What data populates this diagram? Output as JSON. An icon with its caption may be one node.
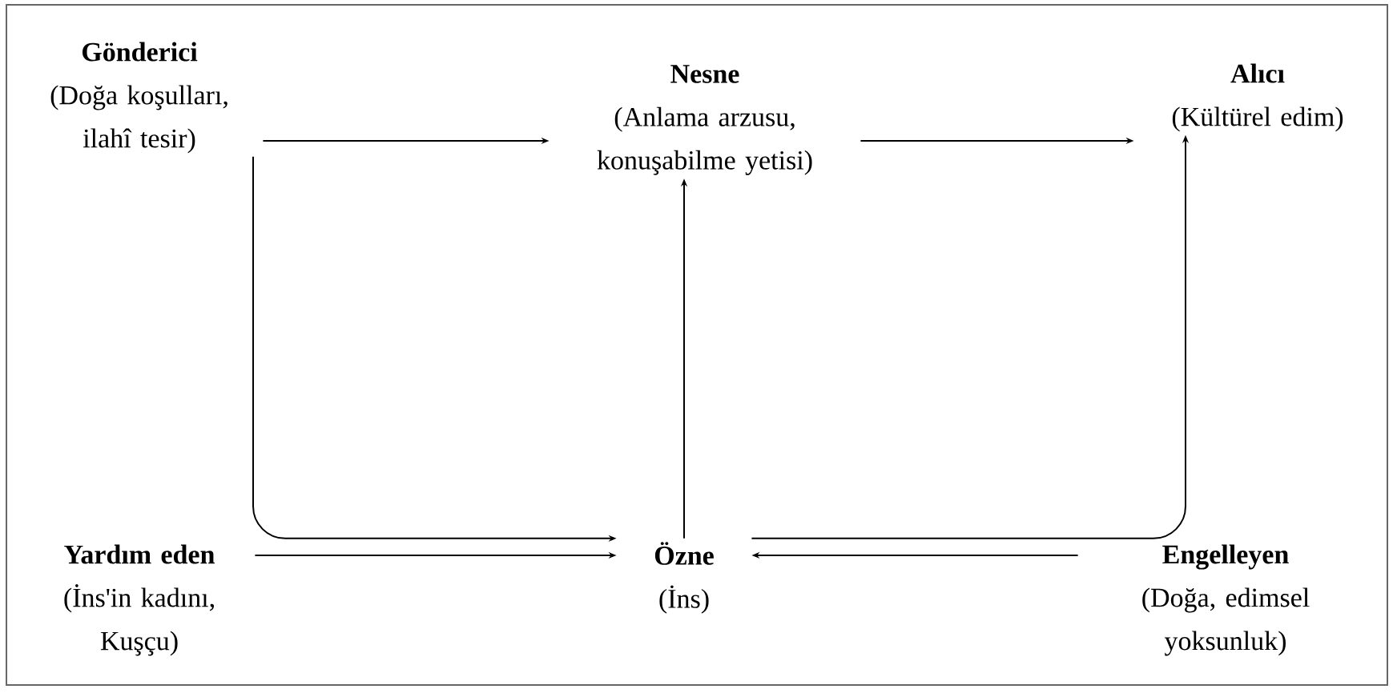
{
  "diagram": {
    "nodes": [
      {
        "text": [
          "Gönderici",
          "(Doğa koşulları, ilahî tesir)"
        ]
      },
      {
        "text": [
          "Nesne",
          "(Anlama arzusu, konuşabilme yetisi)"
        ]
      },
      {
        "text": [
          "Alıcı",
          "(Kültürel edim)"
        ]
      },
      {
        "text": [
          "Yardım eden",
          "(İns'in kadını, Kuşçu)"
        ]
      },
      {
        "text": [
          "Özne",
          "(İns)"
        ]
      },
      {
        "text": [
          "Engelleyen",
          "(Doğa, edimsel yoksunluk)"
        ]
      }
    ],
    "edges": [
      {
        "from": 0,
        "to": 1,
        "arrow": "to"
      },
      {
        "from": 1,
        "to": 2,
        "arrow": "to"
      },
      {
        "from": 4,
        "to": 1,
        "arrow": "to"
      },
      {
        "from": 0,
        "to": 4,
        "arrow": "to"
      },
      {
        "from": 4,
        "to": 2,
        "arrow": "to"
      },
      {
        "from": 3,
        "to": 4,
        "arrow": "to"
      },
      {
        "from": 5,
        "to": 4,
        "arrow": "to"
      }
    ]
  }
}
